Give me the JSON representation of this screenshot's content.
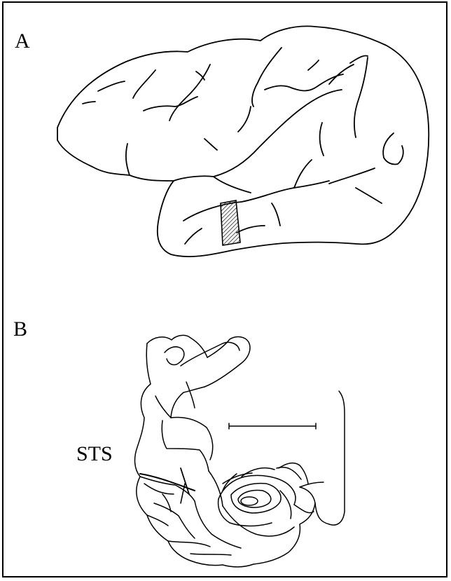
{
  "panels": {
    "a": {
      "label": "A"
    },
    "b": {
      "label": "B",
      "annotation": "STS"
    }
  },
  "colors": {
    "ink": "#000000",
    "paper": "#ffffff"
  }
}
